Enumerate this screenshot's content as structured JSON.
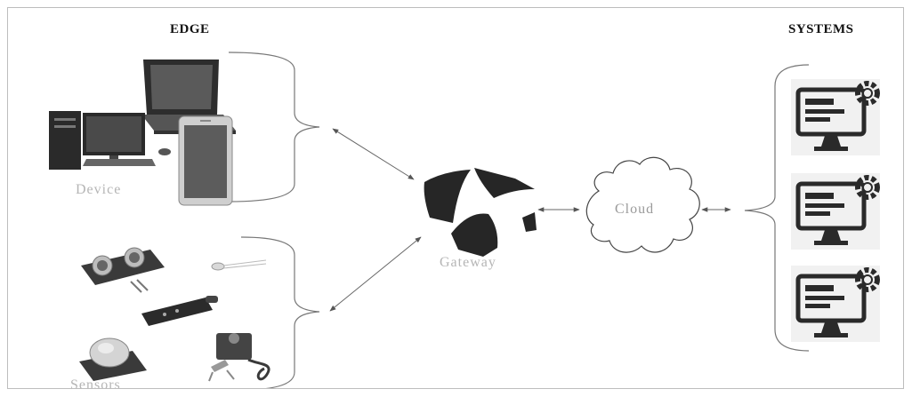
{
  "headings": {
    "edge": "EDGE",
    "systems": "SYSTEMS"
  },
  "labels": {
    "device": "Device",
    "sensors": "Sensors",
    "gateway": "Gateway",
    "cloud": "Cloud"
  },
  "icons": {
    "devices": [
      "laptop-icon",
      "desktop-computer-icon",
      "smartphone-icon"
    ],
    "sensors": [
      "ultrasonic-sensor-icon",
      "led-icon",
      "ir-sensor-module-icon",
      "pir-motion-sensor-icon",
      "servo-motor-icon"
    ],
    "gateway": "gateway-icon",
    "cloud": "cloud-icon",
    "systems": [
      "system-monitor-gear-icon",
      "system-monitor-gear-icon",
      "system-monitor-gear-icon"
    ]
  },
  "colors": {
    "icon_dark": "#2b2b2b",
    "label_grey": "#b5b5b5",
    "line": "#666666"
  }
}
